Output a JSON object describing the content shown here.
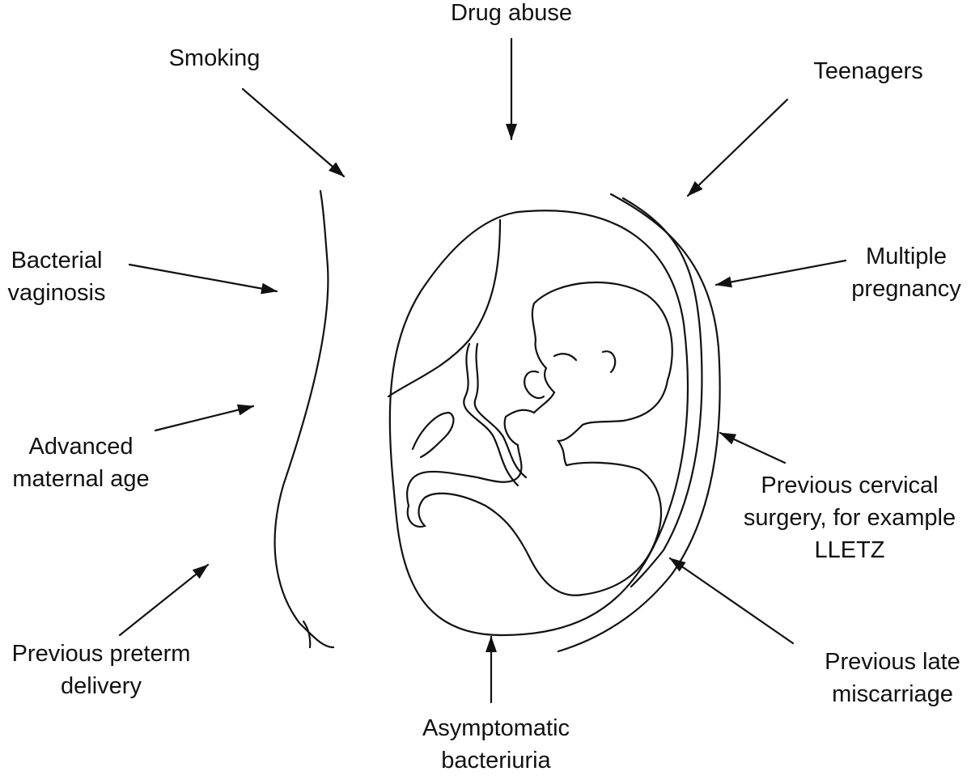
{
  "title": "Risk factors for preterm birth",
  "labels": {
    "drug_abuse": [
      "Drug abuse"
    ],
    "smoking": [
      "Smoking"
    ],
    "teenagers": [
      "Teenagers"
    ],
    "bacterial_vaginosis": [
      "Bacterial",
      "vaginosis"
    ],
    "multiple_pregnancy": [
      "Multiple",
      "pregnancy"
    ],
    "advanced_maternal_age": [
      "Advanced",
      "maternal age"
    ],
    "previous_cervical_surgery": [
      "Previous cervical",
      "surgery, for example",
      "LLETZ"
    ],
    "previous_preterm_delivery": [
      "Previous preterm",
      "delivery"
    ],
    "previous_late_miscarriage": [
      "Previous late",
      "miscarriage"
    ],
    "asymptomatic_bacteriuria": [
      "Asymptomatic",
      "bacteriuria"
    ]
  },
  "colors": {
    "line": "#111111",
    "background": "#ffffff"
  }
}
